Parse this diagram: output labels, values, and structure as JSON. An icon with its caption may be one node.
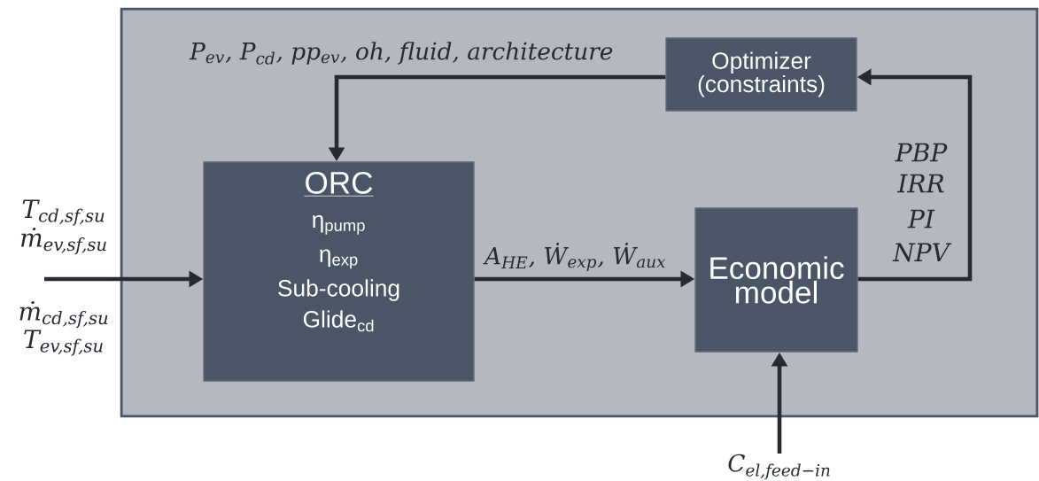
{
  "diagram": {
    "nodes": [
      {
        "text": [],
        "shape": "box"
      },
      {
        "text": [
          "ORC",
          "η$_{pump}$",
          "η$_{exp}$",
          "Sub-cooling",
          "Glide$_{cd}$"
        ],
        "in": 0
      },
      {
        "text": [
          "Optimizer (constraints)"
        ],
        "in": 0
      },
      {
        "text": [
          "Economic model"
        ],
        "in": 0
      }
    ],
    "edges": [
      {
        "from": null,
        "to": 1,
        "arrow": "to"
      },
      {
        "from": 2,
        "to": 1,
        "arrow": "to",
        "label": "P$_{ev}$, P$_{cd}$, pp$_{ev}$, oh, fluid, architecture"
      },
      {
        "from": 1,
        "to": 3,
        "arrow": "to",
        "label": "A$_{HE}$, Ẇ$_{exp}$, Ẇ$_{aux}$"
      },
      {
        "from": 3,
        "to": 2,
        "arrow": "to"
      },
      {
        "from": null,
        "to": 3,
        "arrow": "to",
        "label": "C$_{el,feed−in}$"
      }
    ],
    "labels": [
      "T$_{cd,sf,su}$",
      "ṁ$_{ev,sf,su}$",
      "ṁ$_{cd,sf,su}$",
      "T$_{ev,sf,su}$",
      "PBP",
      "IRR",
      "PI",
      "NPV"
    ]
  }
}
